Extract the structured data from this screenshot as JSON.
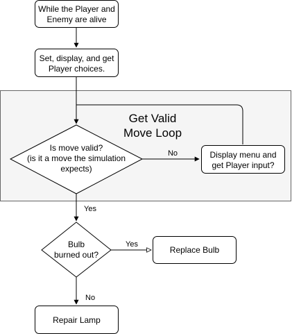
{
  "diagram": {
    "start": {
      "line1": "While the Player and",
      "line2": "Enemy are alive"
    },
    "choices": {
      "line1": "Set, display, and get",
      "line2": "Player choices."
    },
    "loop": {
      "title_line1": "Get Valid",
      "title_line2": "Move Loop",
      "fill_color": "#f5f5f5",
      "border_color": "#666666"
    },
    "valid_decision": {
      "line1": "Is move valid?",
      "line2": "(is it a move the simulation",
      "line3": "expects)"
    },
    "display_menu": {
      "line1": "Display menu and",
      "line2": "get Player input?"
    },
    "bulb_decision": {
      "line1": "Bulb",
      "line2": "burned out?"
    },
    "replace_bulb": {
      "label": "Replace Bulb"
    },
    "repair_lamp": {
      "label": "Repair Lamp"
    },
    "edges": {
      "no_to_display": "No",
      "yes_from_valid": "Yes",
      "yes_to_replace": "Yes",
      "no_to_repair": "No"
    }
  }
}
